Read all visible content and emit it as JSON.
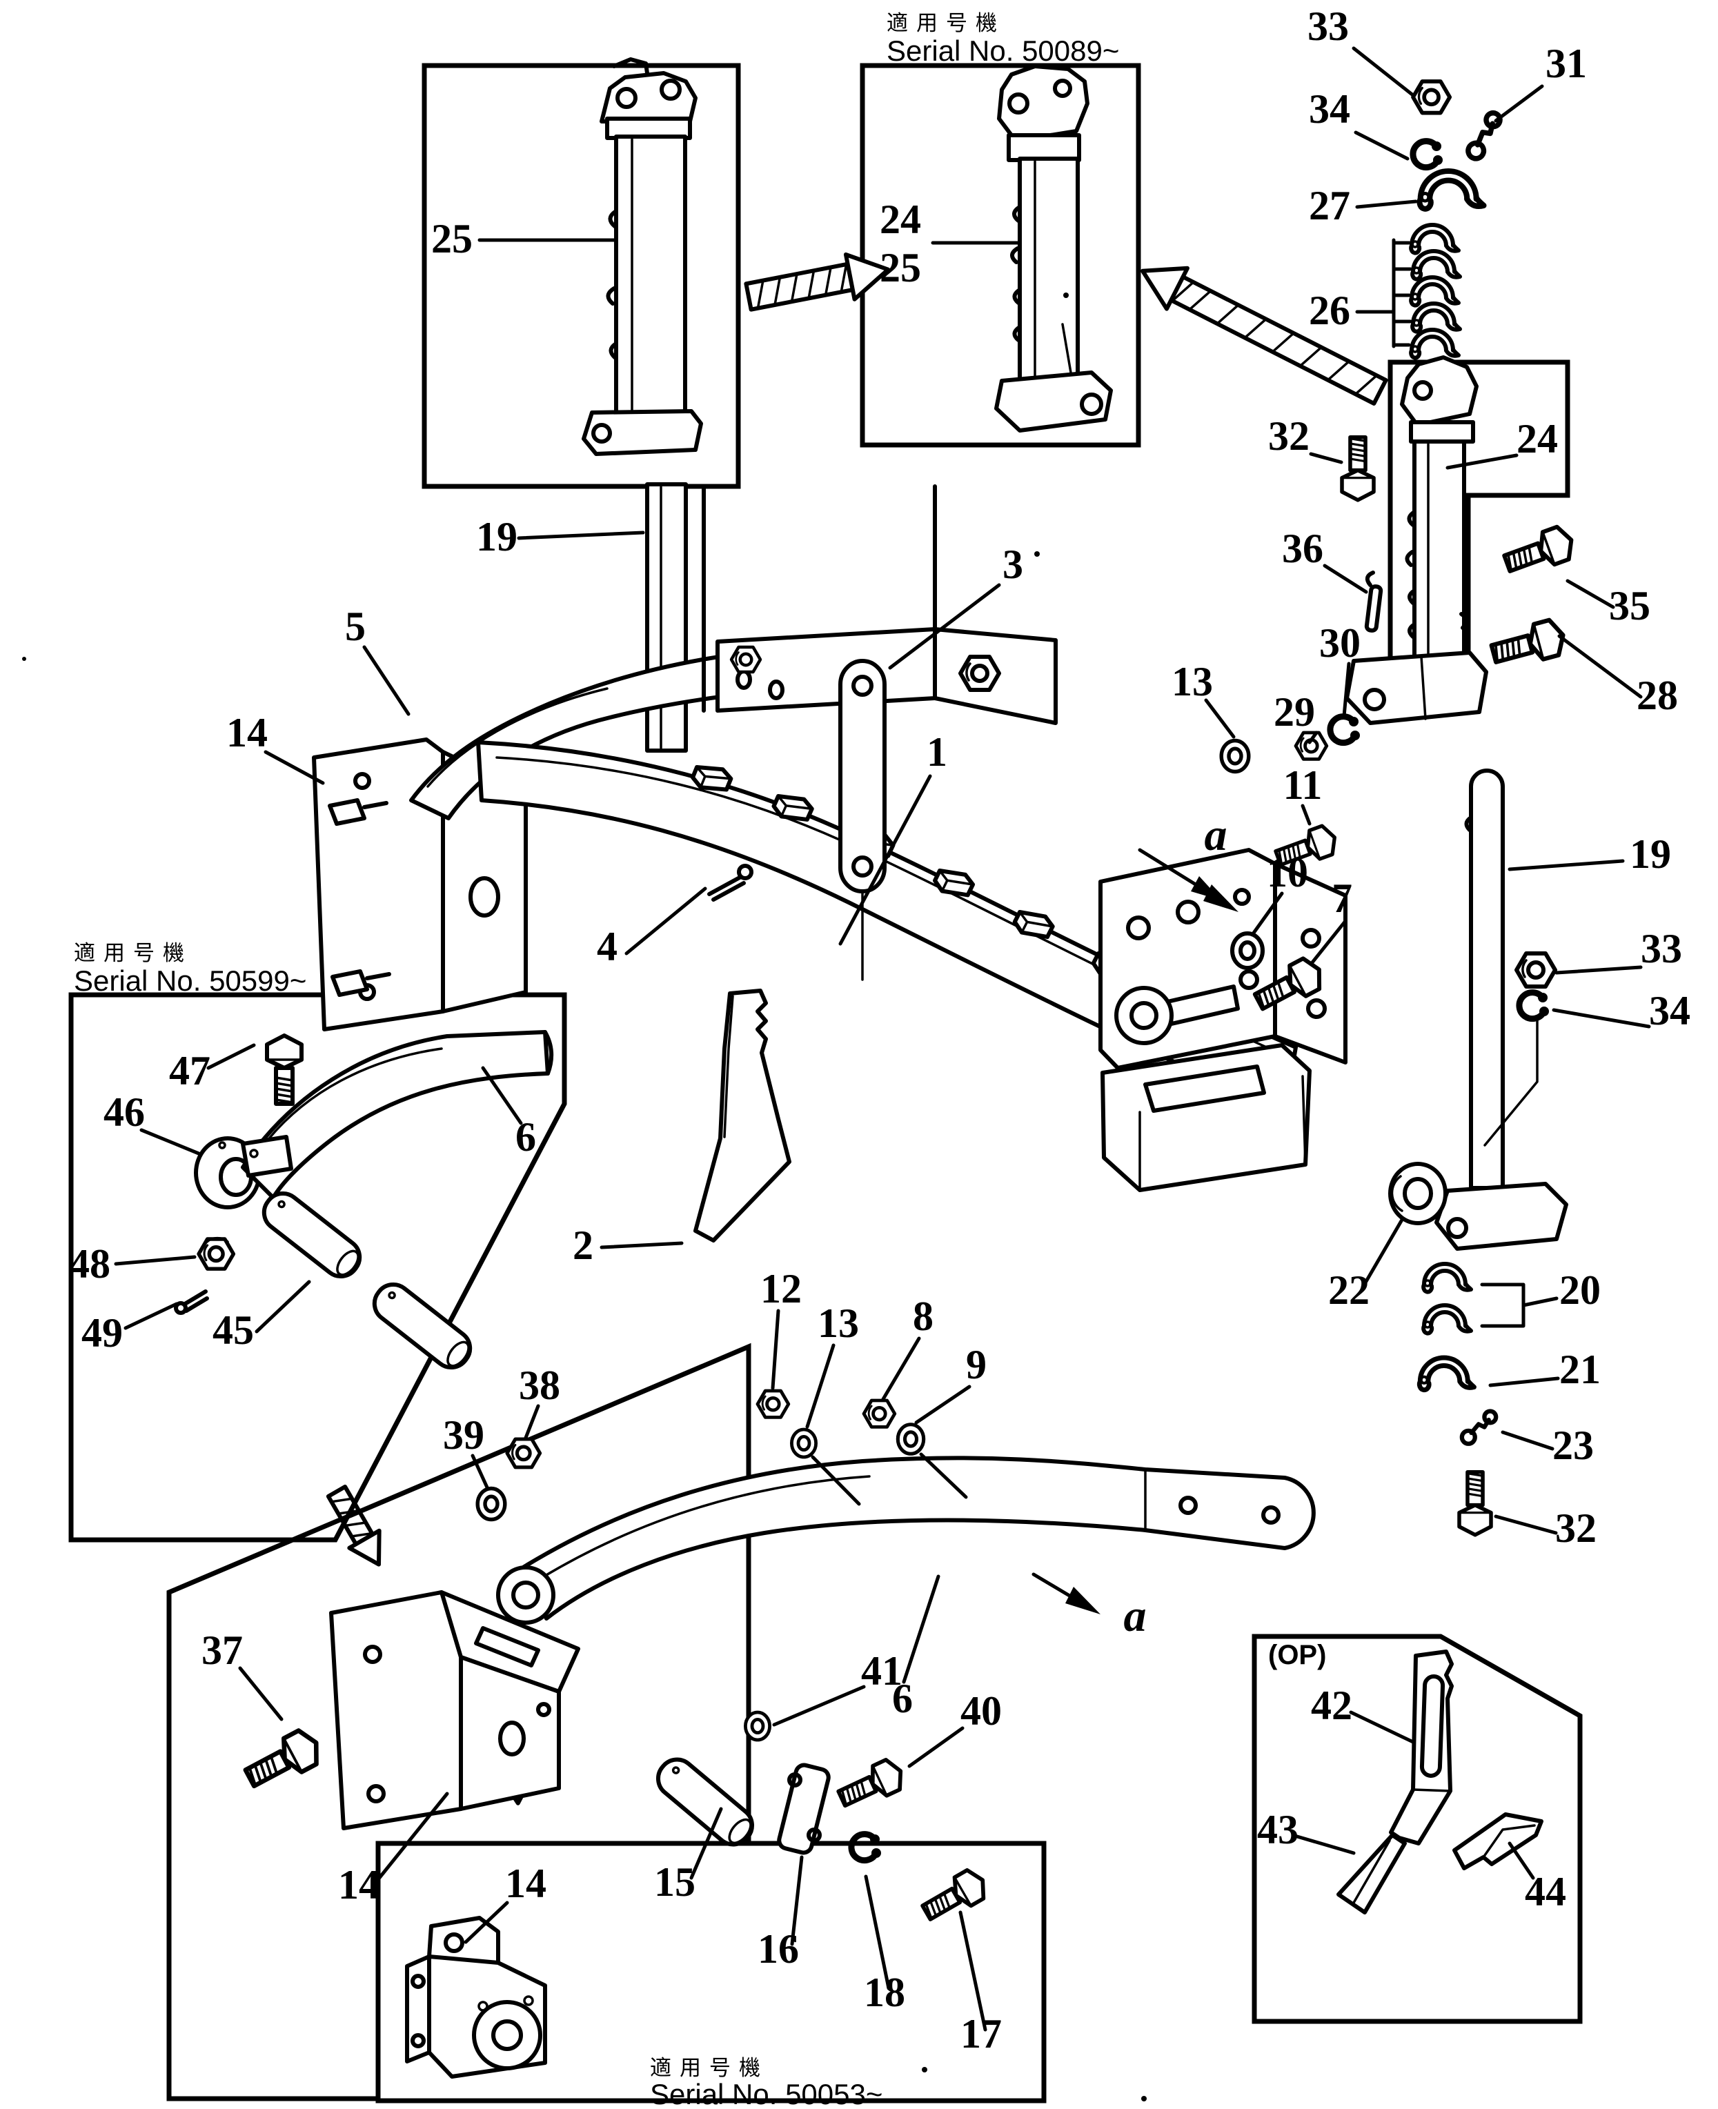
{
  "colors": {
    "ink": "#000000",
    "paper": "#ffffff"
  },
  "serials": [
    {
      "jp": "適用号機",
      "en": "Serial No. 50089~"
    },
    {
      "jp": "適用号機",
      "en": "Serial No. 50599~"
    },
    {
      "jp": "適用号機",
      "en": "Serial No. 50053~"
    }
  ],
  "op_label": "(OP)",
  "section_arrows": {
    "a_upper": "a",
    "a_lower": "a"
  },
  "callouts": {
    "c1": "1",
    "c2": "2",
    "c3": "3",
    "c4": "4",
    "c5": "5",
    "c6a": "6",
    "c6b": "6",
    "c7": "7",
    "c8": "8",
    "c9": "9",
    "c10": "10",
    "c11": "11",
    "c12": "12",
    "c13a": "13",
    "c13b": "13",
    "c14a": "14",
    "c14b": "14",
    "c14c": "14",
    "c15": "15",
    "c16": "16",
    "c17": "17",
    "c18": "18",
    "c19a": "19",
    "c19b": "19",
    "c20": "20",
    "c21": "21",
    "c22": "22",
    "c23": "23",
    "c24box": "24",
    "c25box": "25",
    "c24r": "24",
    "c25a": "25",
    "c26": "26",
    "c27": "27",
    "c28": "28",
    "c29": "29",
    "c30": "30",
    "c31": "31",
    "c32a": "32",
    "c32b": "32",
    "c33a": "33",
    "c33b": "33",
    "c34a": "34",
    "c34b": "34",
    "c35": "35",
    "c36": "36",
    "c37": "37",
    "c38": "38",
    "c39": "39",
    "c40": "40",
    "c41": "41",
    "c42": "42",
    "c43": "43",
    "c44": "44",
    "c45": "45",
    "c46": "46",
    "c47": "47",
    "c48": "48",
    "c49": "49"
  }
}
